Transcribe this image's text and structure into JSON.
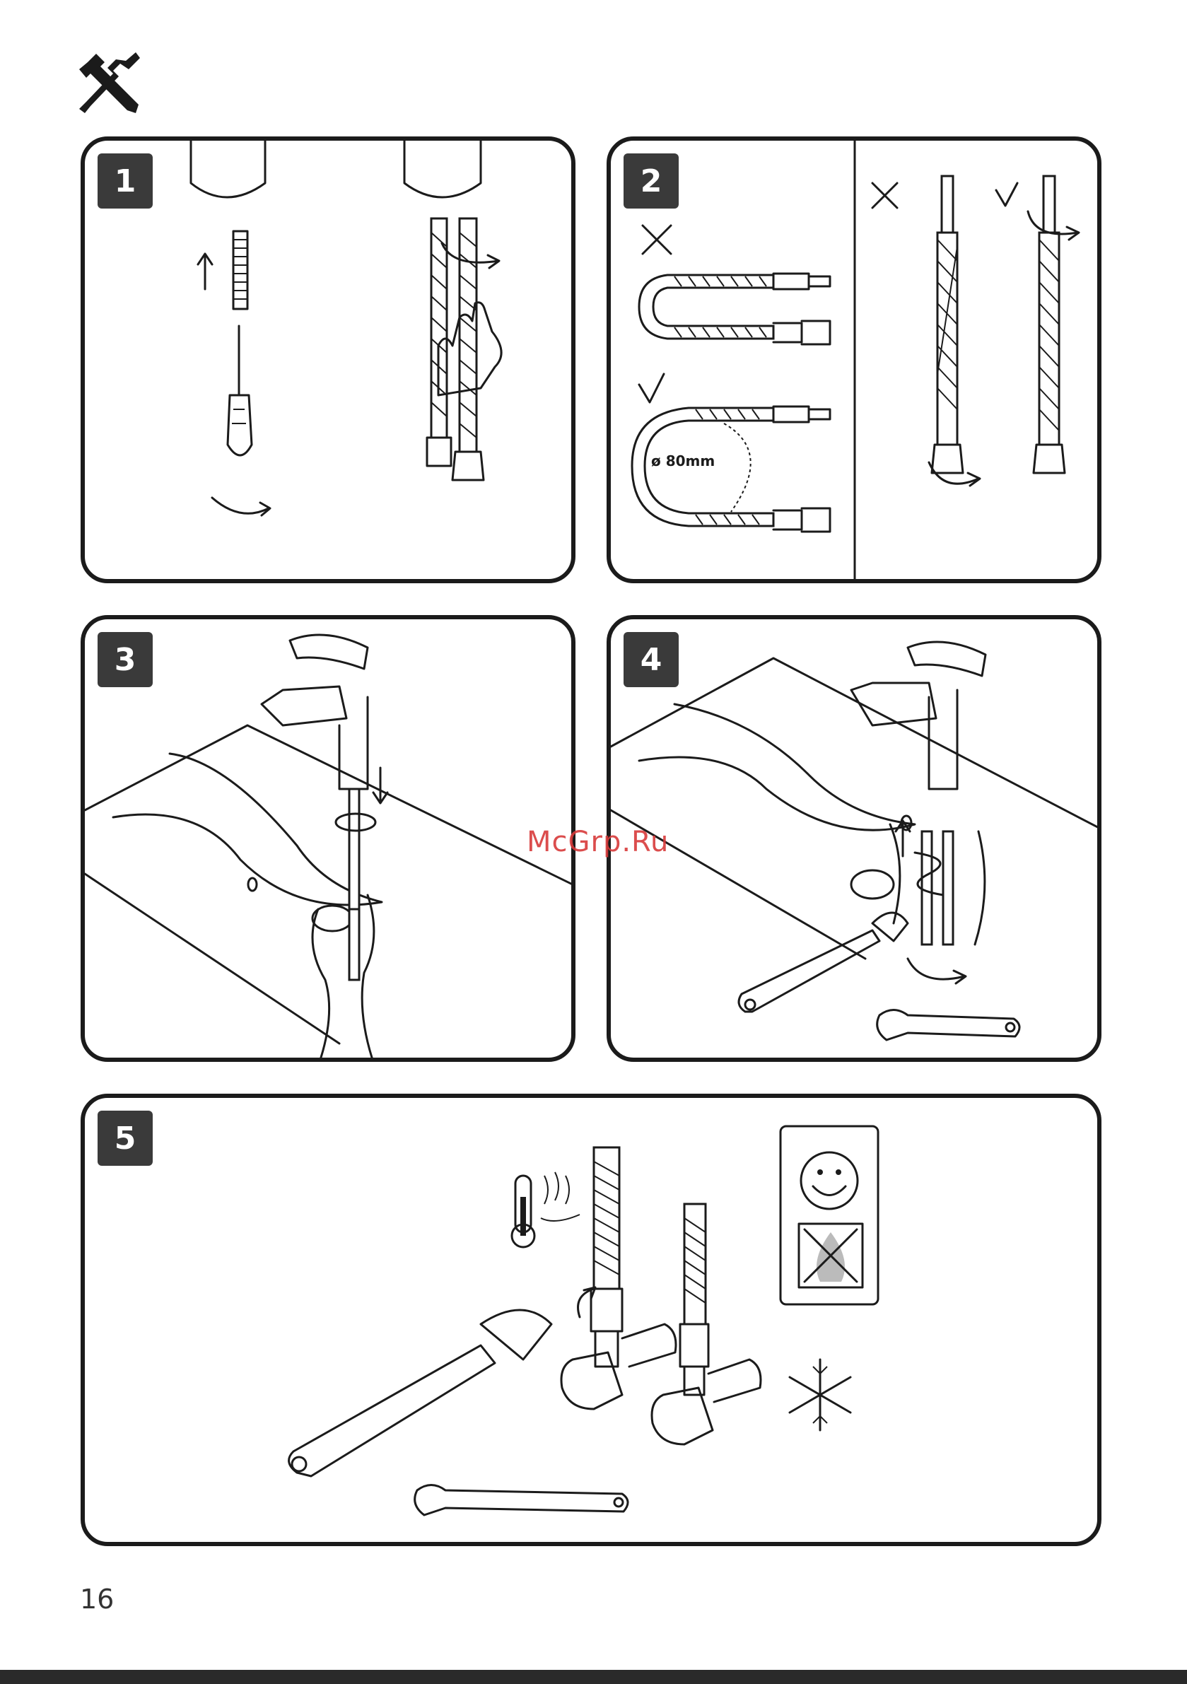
{
  "page": {
    "number": "16",
    "watermark": "McGrp.Ru",
    "header_icon": "tools-icon"
  },
  "steps": [
    {
      "label": "1",
      "icons": [
        "screwdriver-icon",
        "threaded-rod-icon",
        "hose-icon",
        "hand-icon",
        "rotate-arrow-icon"
      ]
    },
    {
      "label": "2",
      "icons": [
        "cross-icon",
        "check-icon",
        "hose-icon"
      ],
      "bend_diameter": "ø 80mm"
    },
    {
      "label": "3",
      "icons": [
        "faucet-icon",
        "basin-icon",
        "down-arrow-icon"
      ]
    },
    {
      "label": "4",
      "icons": [
        "faucet-icon",
        "basin-icon",
        "wrench-icon",
        "up-arrow-icon"
      ]
    },
    {
      "label": "5",
      "icons": [
        "thermometer-icon",
        "valve-icon",
        "wrench-icon",
        "smiley-icon",
        "no-flame-icon",
        "snowflake-icon"
      ]
    }
  ]
}
